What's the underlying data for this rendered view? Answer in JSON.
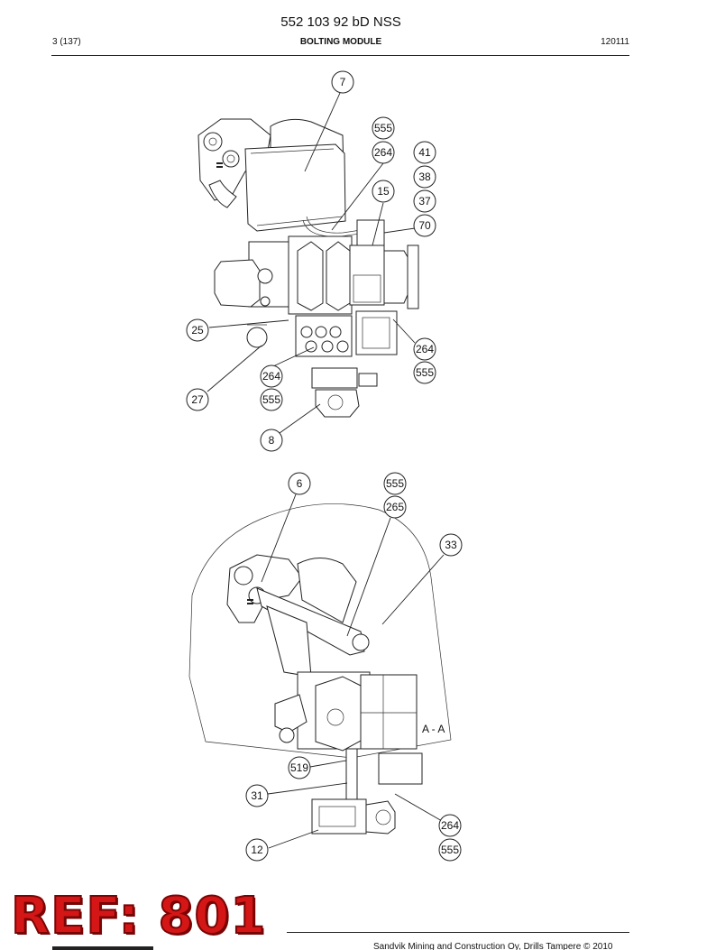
{
  "header": {
    "doc_number": "552 103 92 bD NSS",
    "page": "3 (137)",
    "section": "BOLTING MODULE",
    "date_code": "120111"
  },
  "drawing": {
    "section_label": "A - A",
    "upper_callouts": [
      "7",
      "555",
      "264",
      "41",
      "38",
      "15",
      "37",
      "70",
      "25",
      "264",
      "264",
      "555",
      "27",
      "555",
      "8"
    ],
    "lower_callouts": [
      "6",
      "555",
      "265",
      "33",
      "519",
      "31",
      "264",
      "12",
      "555"
    ]
  },
  "footer": {
    "stamp": "REF: 801",
    "copyright": "Sandvik Mining and Construction Oy, Drills Tampere © 2010"
  }
}
